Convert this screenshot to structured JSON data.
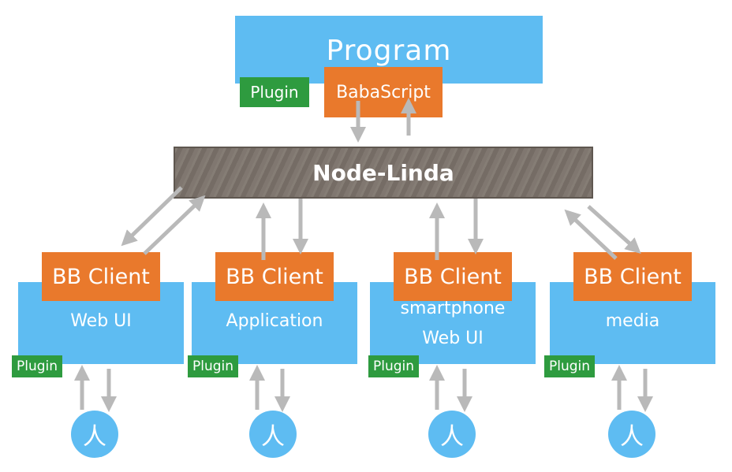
{
  "program": {
    "title": "Program",
    "plugin": "Plugin",
    "babascript": "BabaScript"
  },
  "hub": {
    "title": "Node-Linda"
  },
  "clients": [
    {
      "label": "BB Client",
      "description": "Web UI",
      "plugin": "Plugin",
      "person": "人"
    },
    {
      "label": "BB Client",
      "description": "Application",
      "plugin": "Plugin",
      "person": "人"
    },
    {
      "label": "BB Client",
      "description_line1": "smartphone",
      "description_line2": "Web UI",
      "plugin": "Plugin",
      "person": "人"
    },
    {
      "label": "BB Client",
      "description": "media",
      "plugin": "Plugin",
      "person": "人"
    }
  ],
  "colors": {
    "program_blue": "#5ebcf2",
    "babascript_orange": "#e9792c",
    "plugin_green": "#2e9b3f",
    "node_linda_gray": "#7c736b",
    "arrow_gray": "#b9b9b9"
  }
}
